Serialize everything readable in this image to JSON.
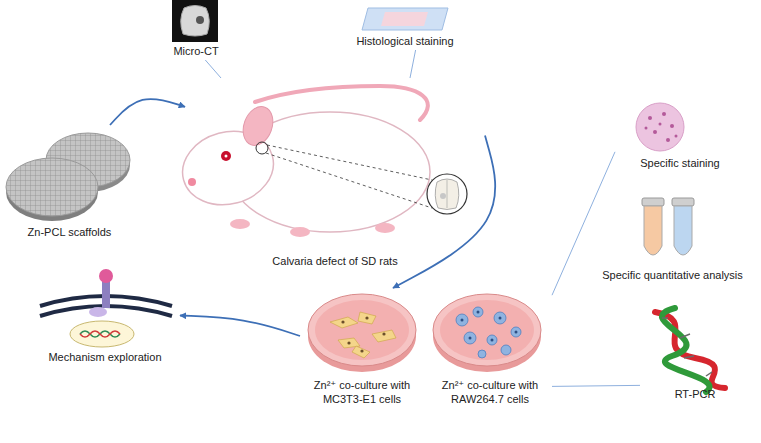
{
  "diagram": {
    "nodes": [
      {
        "text": [
          "Zn-PCL scaffolds"
        ]
      },
      {
        "text": [
          "Calvaria defect of SD rats"
        ]
      },
      {
        "text": [
          "Zn²⁺ co-culture with MC3T3-E1 cells"
        ]
      },
      {
        "text": [
          "Zn²⁺ co-culture with RAW264.7 cells"
        ]
      },
      {
        "text": [
          "Mechanism exploration"
        ]
      },
      {
        "text": [
          "Micro-CT"
        ]
      },
      {
        "text": [
          "Histological staining"
        ]
      },
      {
        "text": [
          "Specific staining"
        ]
      },
      {
        "text": [
          "Specific quantitative analysis"
        ]
      },
      {
        "text": [
          "RT-PCR"
        ]
      }
    ],
    "edges": [
      {
        "from": 0,
        "to": 1,
        "arrow": "to"
      },
      {
        "from": 1,
        "to": 2,
        "arrow": "to"
      },
      {
        "from": 2,
        "to": 4,
        "arrow": "to"
      },
      {
        "from": 1,
        "to": 5,
        "arrow": "none"
      },
      {
        "from": 1,
        "to": 6,
        "arrow": "none"
      },
      {
        "from": 3,
        "to": 7,
        "arrow": "none"
      },
      {
        "from": 3,
        "to": 9,
        "arrow": "none"
      }
    ]
  }
}
